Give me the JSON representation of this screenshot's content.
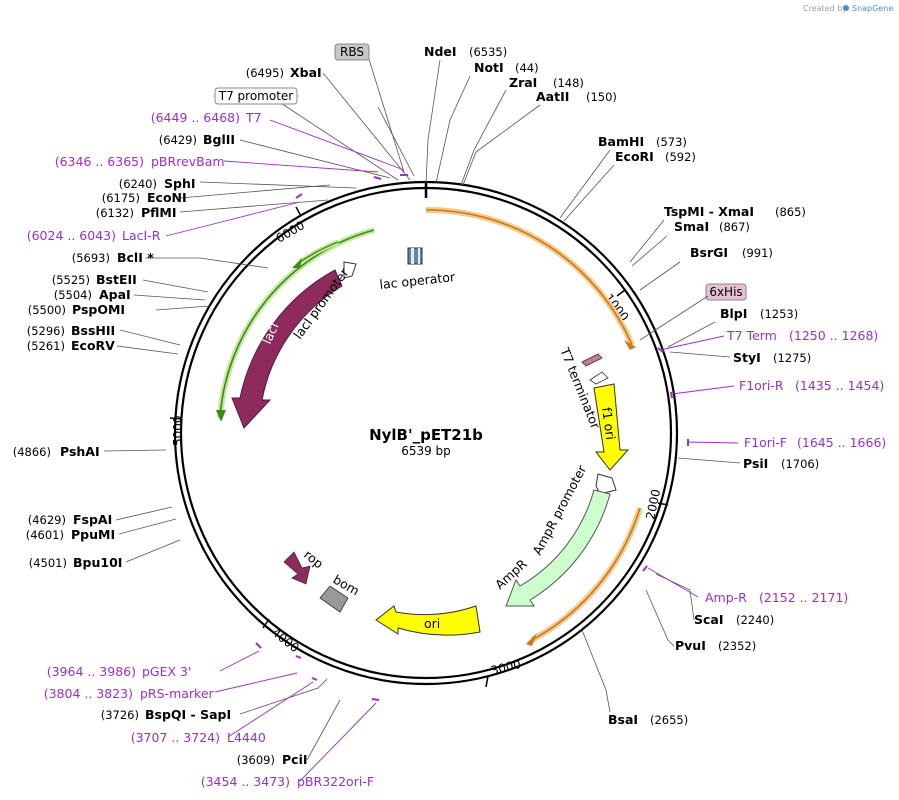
{
  "credit": {
    "prefix": "Created by",
    "brand": "SnapGene"
  },
  "plasmid": {
    "name": "NylB'_pET21b",
    "length_label": "6539 bp"
  },
  "ticks": [
    "1000",
    "2000",
    "3000",
    "4000",
    "5000",
    "6000"
  ],
  "sites_right": [
    {
      "name": "NdeI",
      "pos": "(6535)"
    },
    {
      "name": "NotI",
      "pos": "(44)"
    },
    {
      "name": "ZraI",
      "pos": "(148)"
    },
    {
      "name": "AatII",
      "pos": "(150)"
    },
    {
      "name": "BamHI",
      "pos": "(573)"
    },
    {
      "name": "EcoRI",
      "pos": "(592)"
    },
    {
      "name": "TspMI - XmaI",
      "pos": "(865)"
    },
    {
      "name": "SmaI",
      "pos": "(867)"
    },
    {
      "name": "BsrGI",
      "pos": "(991)"
    },
    {
      "name": "BlpI",
      "pos": "(1253)"
    },
    {
      "name": "StyI",
      "pos": "(1275)"
    },
    {
      "name": "PsiI",
      "pos": "(1706)"
    },
    {
      "name": "ScaI",
      "pos": "(2240)"
    },
    {
      "name": "PvuI",
      "pos": "(2352)"
    },
    {
      "name": "BsaI",
      "pos": "(2655)"
    }
  ],
  "sites_left": [
    {
      "name": "XbaI",
      "pos": "(6495)"
    },
    {
      "name": "BglII",
      "pos": "(6429)"
    },
    {
      "name": "SphI",
      "pos": "(6240)"
    },
    {
      "name": "EcoNI",
      "pos": "(6175)"
    },
    {
      "name": "PflMI",
      "pos": "(6132)"
    },
    {
      "name": "BclI *",
      "pos": "(5693)"
    },
    {
      "name": "BstEII",
      "pos": "(5525)"
    },
    {
      "name": "ApaI",
      "pos": "(5504)"
    },
    {
      "name": "PspOMI",
      "pos": "(5500)"
    },
    {
      "name": "BssHII",
      "pos": "(5296)"
    },
    {
      "name": "EcoRV",
      "pos": "(5261)"
    },
    {
      "name": "PshAI",
      "pos": "(4866)"
    },
    {
      "name": "FspAI",
      "pos": "(4629)"
    },
    {
      "name": "PpuMI",
      "pos": "(4601)"
    },
    {
      "name": "Bpu10I",
      "pos": "(4501)"
    },
    {
      "name": "BspQI - SapI",
      "pos": "(3726)"
    },
    {
      "name": "PciI",
      "pos": "(3609)"
    }
  ],
  "primers_right": [
    {
      "name": "T7 Term",
      "range": "(1250 .. 1268)"
    },
    {
      "name": "F1ori-R",
      "range": "(1435 .. 1454)"
    },
    {
      "name": "F1ori-F",
      "range": "(1645 .. 1666)"
    },
    {
      "name": "Amp-R",
      "range": "(2152 .. 2171)"
    }
  ],
  "primers_left": [
    {
      "name": "T7",
      "range": "(6449 .. 6468)"
    },
    {
      "name": "pBRrevBam",
      "range": "(6346 .. 6365)"
    },
    {
      "name": "LacI-R",
      "range": "(6024 .. 6043)"
    },
    {
      "name": "pGEX 3'",
      "range": "(3964 .. 3986)"
    },
    {
      "name": "pRS-marker",
      "range": "(3804 .. 3823)"
    },
    {
      "name": "L4440",
      "range": "(3707 .. 3724)"
    },
    {
      "name": "pBR322ori-F",
      "range": "(3454 .. 3473)"
    }
  ],
  "boxed_features": {
    "rbs": "RBS",
    "t7_promoter": "T7 promoter",
    "his": "6xHis"
  },
  "features": {
    "lac_operator": "lac operator",
    "laci_promoter": "lacI promoter",
    "laci": "lacI",
    "t7_terminator": "T7 terminator",
    "f1_ori": "f1 ori",
    "ampr_promoter": "AmpR promoter",
    "ampr": "AmpR",
    "ori": "ori",
    "rop": "rop",
    "bom": "bom"
  },
  "colors": {
    "laci": "#8e2b5c",
    "f1_ori": "#ffff00",
    "ampr": "#ccffcc",
    "ori": "#ffff00",
    "rop": "#8e2b5c",
    "bom": "#999999",
    "primer": "#9b30c8",
    "orf_orange": "#c8781e",
    "orf_green": "#3c8c14"
  }
}
